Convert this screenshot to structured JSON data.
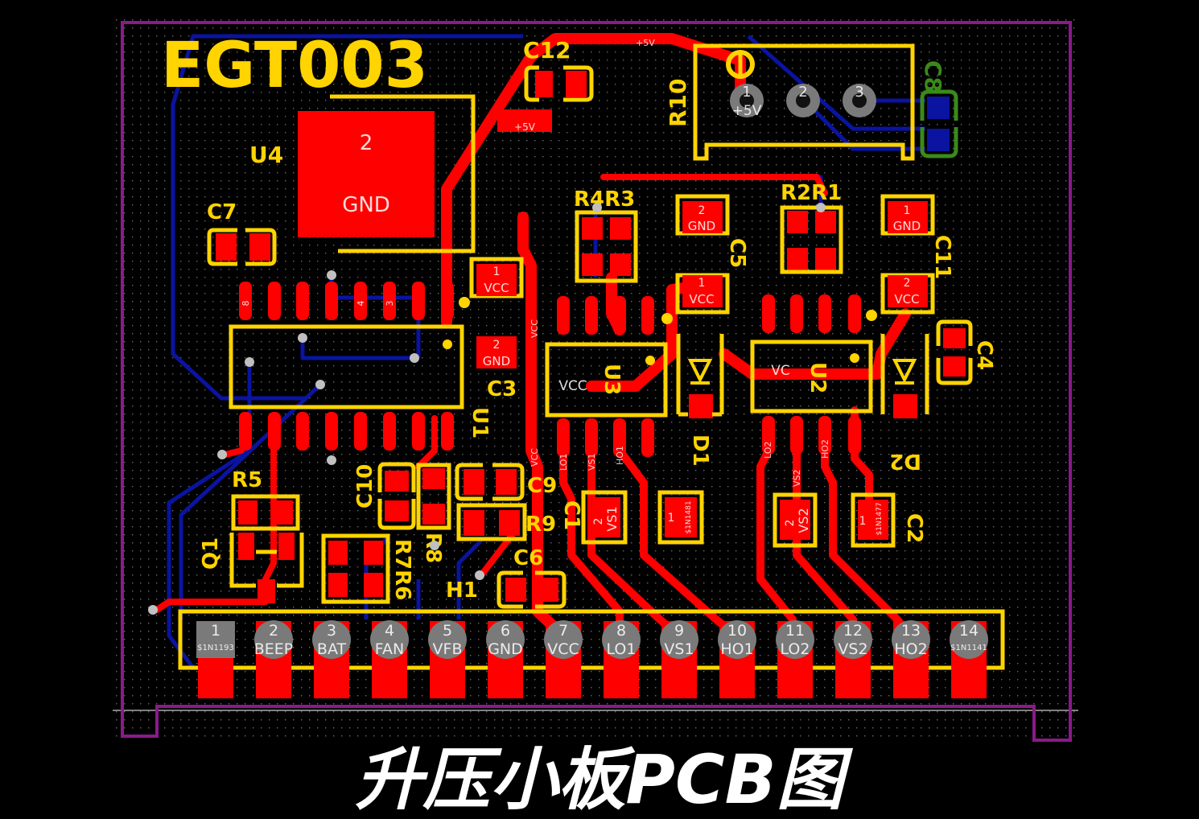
{
  "board": {
    "name": "EGT003",
    "caption": "升压小板PCB图",
    "colors": {
      "top_copper": "#ff0000",
      "bottom_copper": "#0a14a0",
      "silkscreen": "#ffd400",
      "outline": "#8a1a8a",
      "bottom_silk": "#3a8a1a"
    }
  },
  "designators": {
    "U4": "U4",
    "C7": "C7",
    "C12": "C12",
    "R10": "R10",
    "C8": "C8",
    "R4R3": "R4R3",
    "R2R1": "R2R1",
    "C5": "C5",
    "C11": "C11",
    "C4": "C4",
    "U3": "U3",
    "U2": "U2",
    "D1": "D1",
    "D2": "D2",
    "C3": "C3",
    "U1": "U1",
    "R5": "R5",
    "Q1": "Q1",
    "C10": "C10",
    "R8": "R8",
    "R7R6": "R7R6",
    "C9": "C9",
    "R9": "R9",
    "C1": "C1",
    "C6": "C6",
    "H1": "H1",
    "C2": "C2"
  },
  "pads": {
    "u4_num": "2",
    "u4_net": "GND",
    "r10_pins": [
      "1",
      "2",
      "3"
    ],
    "r10_net": "+5V",
    "c5_top_num": "2",
    "c5_top_net": "GND",
    "c5_bot_num": "1",
    "c5_bot_net": "VCC",
    "c11_top_num": "1",
    "c11_top_net": "GND",
    "c11_bot_num": "2",
    "c11_bot_net": "VCC",
    "c3_num": "2",
    "c3_net": "GND",
    "c3_vcc_num": "1",
    "c3_vcc_net": "VCC",
    "u3_net": "VCC",
    "u2_net": "VC",
    "vs1_num": "2",
    "vs1_net": "VS1",
    "d1b_num": "1",
    "d1b_net": "$1N1481",
    "vs2_num": "2",
    "vs2_net": "VS2",
    "d2b_num": "1",
    "d2b_net": "$1N1477",
    "u1_pins": [
      "8",
      "4",
      "3"
    ],
    "c12_net": "+5V"
  },
  "nets": [
    "+5V",
    "VCC",
    "LO1",
    "VS1",
    "HO1",
    "LO2",
    "VS2",
    "HO2"
  ],
  "connector": {
    "pins": [
      {
        "num": "1",
        "net": "$1N1193"
      },
      {
        "num": "2",
        "net": "BEEP"
      },
      {
        "num": "3",
        "net": "BAT"
      },
      {
        "num": "4",
        "net": "FAN"
      },
      {
        "num": "5",
        "net": "VFB"
      },
      {
        "num": "6",
        "net": "GND"
      },
      {
        "num": "7",
        "net": "VCC"
      },
      {
        "num": "8",
        "net": "LO1"
      },
      {
        "num": "9",
        "net": "VS1"
      },
      {
        "num": "10",
        "net": "HO1"
      },
      {
        "num": "11",
        "net": "LO2"
      },
      {
        "num": "12",
        "net": "VS2"
      },
      {
        "num": "13",
        "net": "HO2"
      },
      {
        "num": "14",
        "net": "$1N1141"
      }
    ]
  }
}
